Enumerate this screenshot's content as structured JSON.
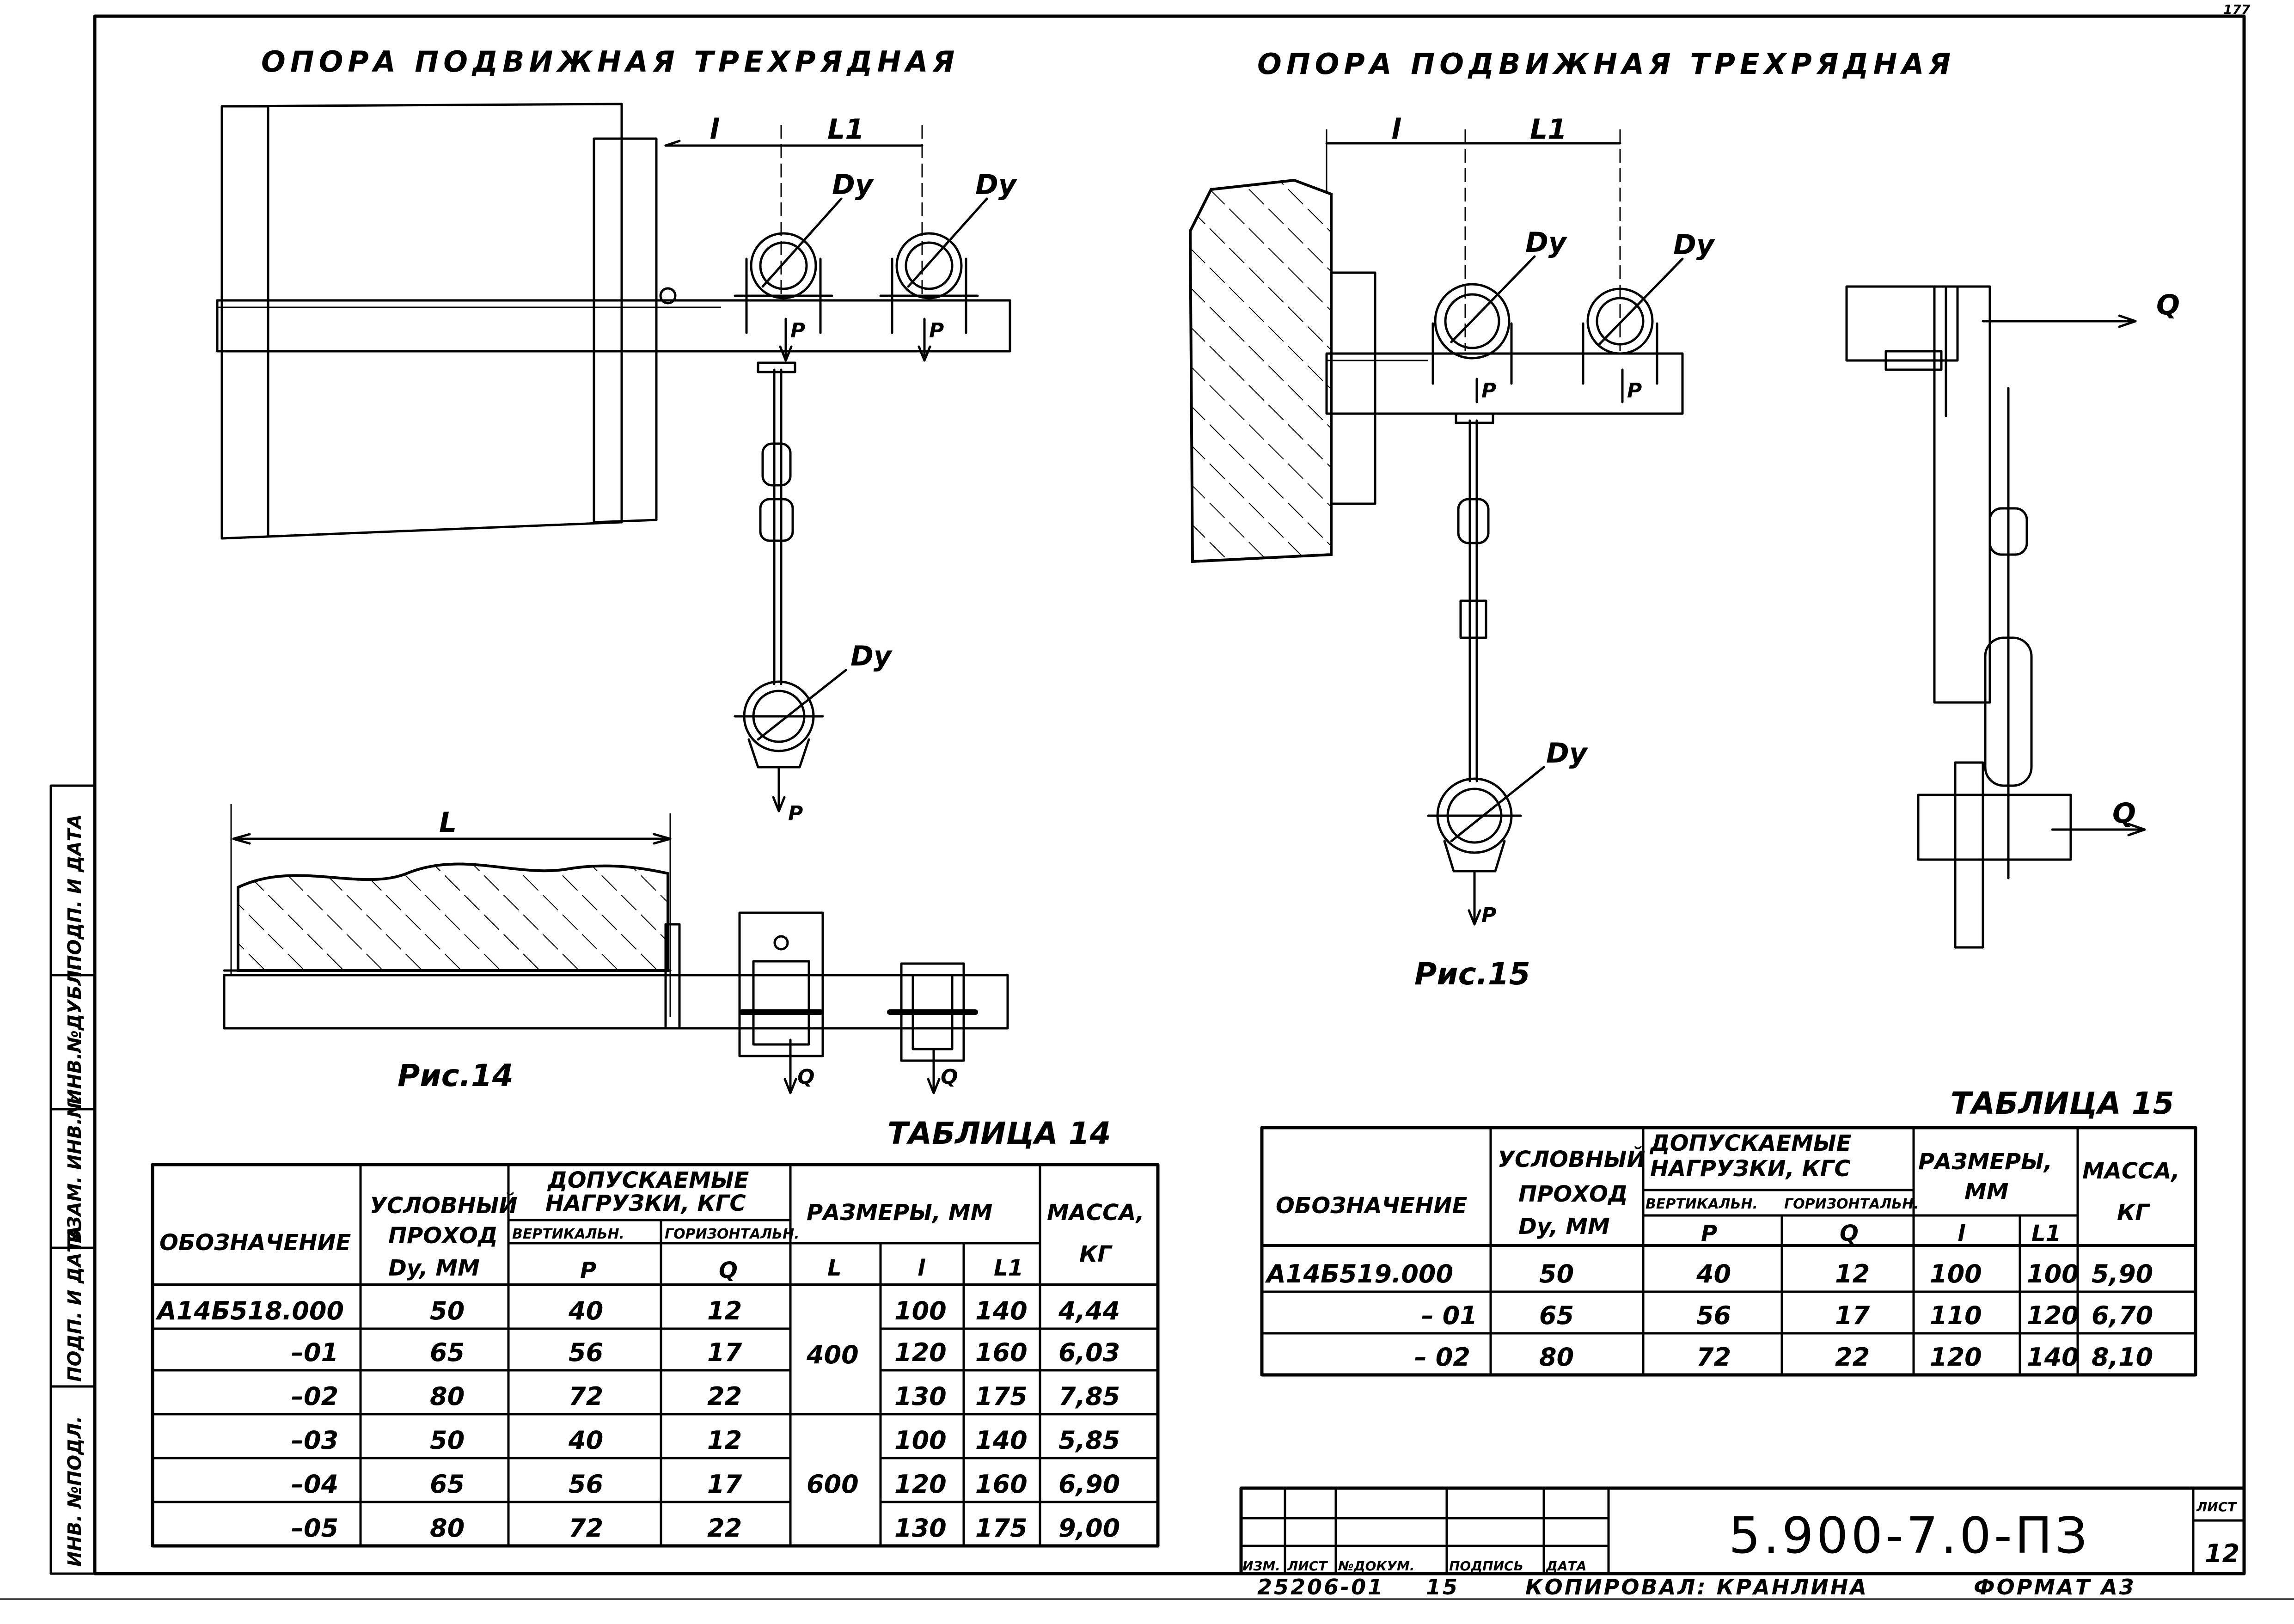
{
  "titles": {
    "left": "ОПОРА ПОДВИЖНАЯ ТРЕХРЯДНАЯ",
    "right": "ОПОРА ПОДВИЖНАЯ ТРЕХРЯДНАЯ"
  },
  "labels": {
    "L": "L",
    "l": "l",
    "L1": "L1",
    "Dy": "Dy",
    "P": "P",
    "Q": "Q"
  },
  "captions": {
    "fig14": "Рис.14",
    "fig15": "Рис.15"
  },
  "table14": {
    "caption": "ТАБЛИЦА 14",
    "headers": {
      "designation": "ОБОЗНАЧЕНИЕ",
      "bore_1": "УСЛОВНЫЙ",
      "bore_2": "ПРОХОД",
      "bore_3": "Dy, ММ",
      "loads_1": "ДОПУСКАЕМЫЕ",
      "loads_2": "НАГРУЗКИ, КГС",
      "vertical": "ВЕРТИКАЛЬН.",
      "horizontal": "ГОРИЗОНТАЛЬН.",
      "P": "P",
      "Q": "Q",
      "dims": "РАЗМЕРЫ, ММ",
      "L": "L",
      "l": "l",
      "L1": "L1",
      "mass_1": "МАССА,",
      "mass_2": "КГ"
    },
    "rows": [
      {
        "code": "А14Б518.000",
        "dy": "50",
        "p": "40",
        "q": "12",
        "L": "400",
        "l": "100",
        "l1": "140",
        "mass": "4,44"
      },
      {
        "code": "–01",
        "dy": "65",
        "p": "56",
        "q": "17",
        "L": "",
        "l": "120",
        "l1": "160",
        "mass": "6,03"
      },
      {
        "code": "–02",
        "dy": "80",
        "p": "72",
        "q": "22",
        "L": "",
        "l": "130",
        "l1": "175",
        "mass": "7,85"
      },
      {
        "code": "–03",
        "dy": "50",
        "p": "40",
        "q": "12",
        "L": "600",
        "l": "100",
        "l1": "140",
        "mass": "5,85"
      },
      {
        "code": "–04",
        "dy": "65",
        "p": "56",
        "q": "17",
        "L": "",
        "l": "120",
        "l1": "160",
        "mass": "6,90"
      },
      {
        "code": "–05",
        "dy": "80",
        "p": "72",
        "q": "22",
        "L": "",
        "l": "130",
        "l1": "175",
        "mass": "9,00"
      }
    ]
  },
  "table15": {
    "caption": "ТАБЛИЦА 15",
    "headers": {
      "designation": "ОБОЗНАЧЕНИЕ",
      "bore_1": "УСЛОВНЫЙ",
      "bore_2": "ПРОХОД",
      "bore_3": "Dy, ММ",
      "loads_1": "ДОПУСКАЕМЫЕ",
      "loads_2": "НАГРУЗКИ, КГС",
      "vertical": "ВЕРТИКАЛЬН.",
      "horizontal": "ГОРИЗОНТАЛЬН.",
      "P": "P",
      "Q": "Q",
      "dims_1": "РАЗМЕРЫ,",
      "dims_2": "ММ",
      "l": "l",
      "L1": "L1",
      "mass_1": "МАССА,",
      "mass_2": "КГ"
    },
    "rows": [
      {
        "code": "А14Б519.000",
        "dy": "50",
        "p": "40",
        "q": "12",
        "l": "100",
        "l1": "100",
        "mass": "5,90"
      },
      {
        "code": "– 01",
        "dy": "65",
        "p": "56",
        "q": "17",
        "l": "110",
        "l1": "120",
        "mass": "6,70"
      },
      {
        "code": "– 02",
        "dy": "80",
        "p": "72",
        "q": "22",
        "l": "120",
        "l1": "140",
        "mass": "8,10"
      }
    ]
  },
  "title_block": {
    "doc_number": "5.900-7.0-ПЗ",
    "sheet_label": "ЛИСТ",
    "sheet_number": "12",
    "col_izm": "ИЗМ.",
    "col_list": "ЛИСТ",
    "col_doc": "№ДОКУМ.",
    "col_sign": "ПОДПИСЬ",
    "col_date": "ДАТА",
    "top_corner": "177"
  },
  "footer": {
    "inventory": "25206-01",
    "page": "15",
    "copied_by": "КОПИРОВАЛ: КРАНЛИНА",
    "format": "ФОРМАТ А3"
  },
  "side_stamp": [
    "ИНВ. №ПОДЛ.",
    "ПОДП. И ДАТА",
    "ВЗАМ. ИНВ.№",
    "ИНВ.№ДУБЛ.",
    "ПОДП. И ДАТА"
  ]
}
